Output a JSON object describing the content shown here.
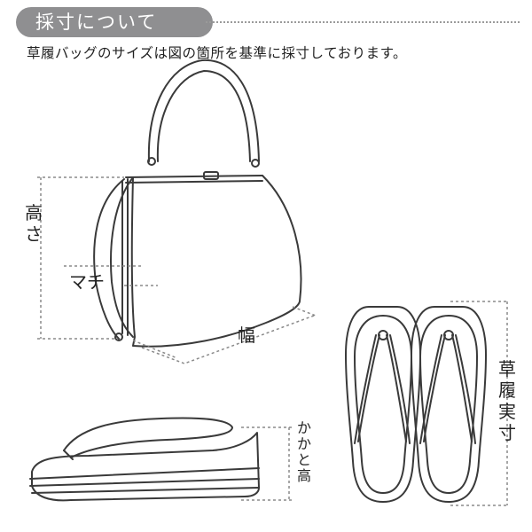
{
  "header": {
    "title": "採寸について",
    "pill_color": "#8f8f91"
  },
  "subtitle": "草履バッグのサイズは図の箇所を基準に採寸しております。",
  "labels": {
    "height": "高さ",
    "gusset": "マチ",
    "width": "幅",
    "heel_height": "かかと高",
    "sole_length": "草履実寸"
  },
  "colors": {
    "line": "#3a3a3a",
    "guide": "#8a8a8a"
  }
}
